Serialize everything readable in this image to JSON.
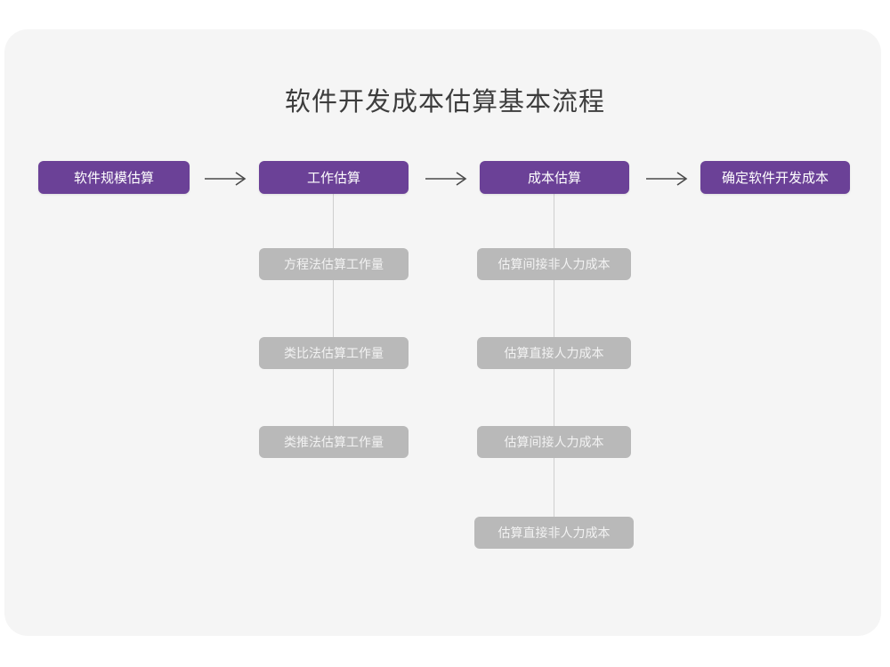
{
  "page": {
    "title": "软件开发成本估算基本流程",
    "background_color": "#ffffff",
    "card_color": "#f5f5f5",
    "accent_color": "#6b4197",
    "secondary_color": "#b9b9b9",
    "connector_color": "#cfcfcf"
  },
  "flow": {
    "stages": [
      {
        "id": "stage-1",
        "label": "软件规模估算",
        "substeps": []
      },
      {
        "id": "stage-2",
        "label": "工作估算",
        "substeps": [
          {
            "label": "方程法估算工作量"
          },
          {
            "label": "类比法估算工作量"
          },
          {
            "label": "类推法估算工作量"
          }
        ]
      },
      {
        "id": "stage-3",
        "label": "成本估算",
        "substeps": [
          {
            "label": "估算间接非人力成本"
          },
          {
            "label": "估算直接人力成本"
          },
          {
            "label": "估算间接人力成本"
          },
          {
            "label": "估算直接非人力成本"
          }
        ]
      },
      {
        "id": "stage-4",
        "label": "确定软件开发成本",
        "substeps": []
      }
    ],
    "connectors": [
      {
        "icon": "long-right-arrow-icon"
      },
      {
        "icon": "long-right-arrow-icon"
      },
      {
        "icon": "long-right-arrow-icon"
      }
    ]
  }
}
